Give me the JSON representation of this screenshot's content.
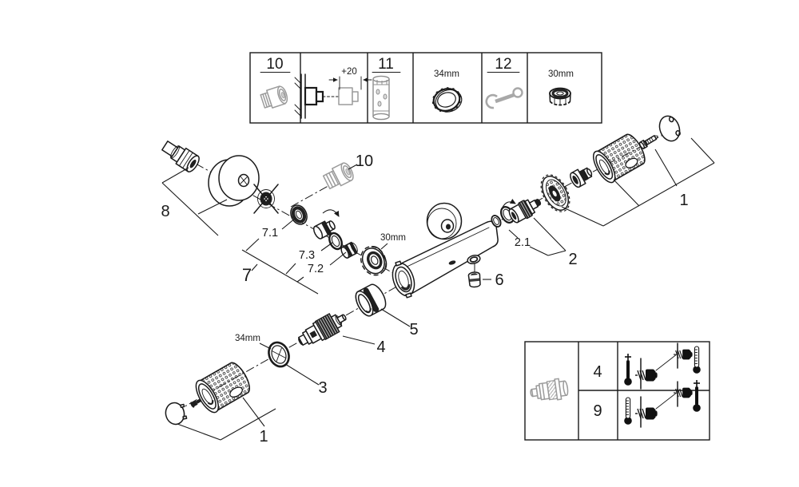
{
  "top_table": {
    "cells": [
      {
        "number": "10"
      },
      {
        "dimension": "+20"
      },
      {
        "number": "11"
      },
      {
        "size": "34mm"
      },
      {
        "number": "12"
      },
      {
        "size": "30mm"
      }
    ]
  },
  "exploded": {
    "item8": "8",
    "item10": "10",
    "item7": "7",
    "item7_1": "7.1",
    "item7_2": "7.2",
    "item7_3": "7.3",
    "size30": "30mm",
    "item6": "6",
    "item2_1": "2.1",
    "item2": "2",
    "item1_right": "1",
    "item5": "5",
    "item4": "4",
    "size34": "34mm",
    "item3": "3",
    "item1_left": "1"
  },
  "service_table": {
    "rows": [
      {
        "number": "4"
      },
      {
        "number": "9"
      }
    ]
  },
  "colors": {
    "line": "#1a1a1a",
    "grey": "#9b9b9b",
    "background": "#ffffff"
  }
}
